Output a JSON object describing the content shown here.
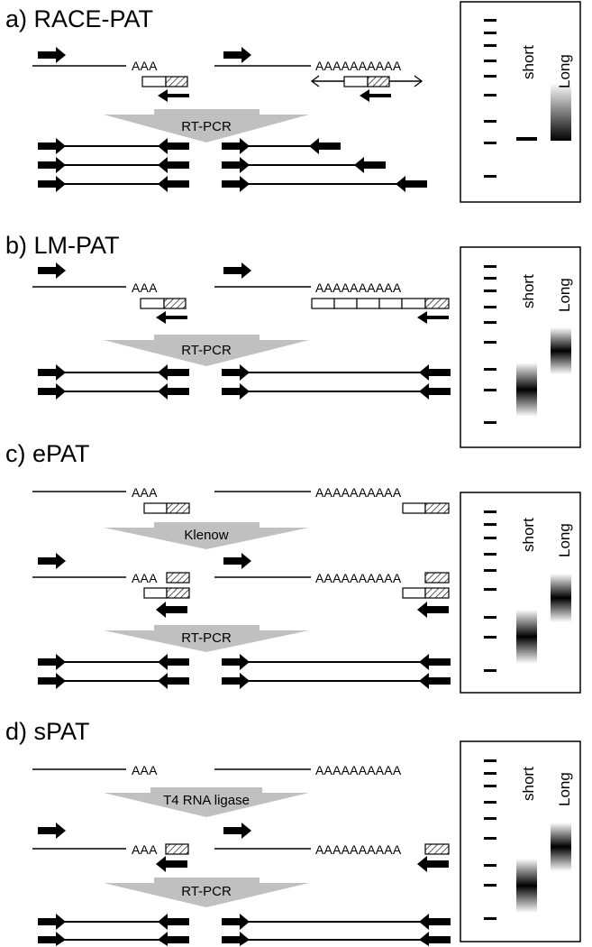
{
  "panels": [
    {
      "title": "a) RACE-PAT",
      "polyA_short": "AAA",
      "polyA_long": "AAAAAAAAAA",
      "step": "RT-PCR"
    },
    {
      "title": "b) LM-PAT",
      "polyA_short": "AAA",
      "polyA_long": "AAAAAAAAAA",
      "step": "RT-PCR"
    },
    {
      "title": "c) ePAT",
      "polyA_short": "AAA",
      "polyA_long": "AAAAAAAAAA",
      "step1": "Klenow",
      "step2": "RT-PCR"
    },
    {
      "title": "d) sPAT",
      "polyA_short": "AAA",
      "polyA_long": "AAAAAAAAAA",
      "step1": "T4 RNA ligase",
      "step2": "RT-PCR"
    }
  ],
  "gel": {
    "short_label": "short",
    "long_label": "Long"
  }
}
